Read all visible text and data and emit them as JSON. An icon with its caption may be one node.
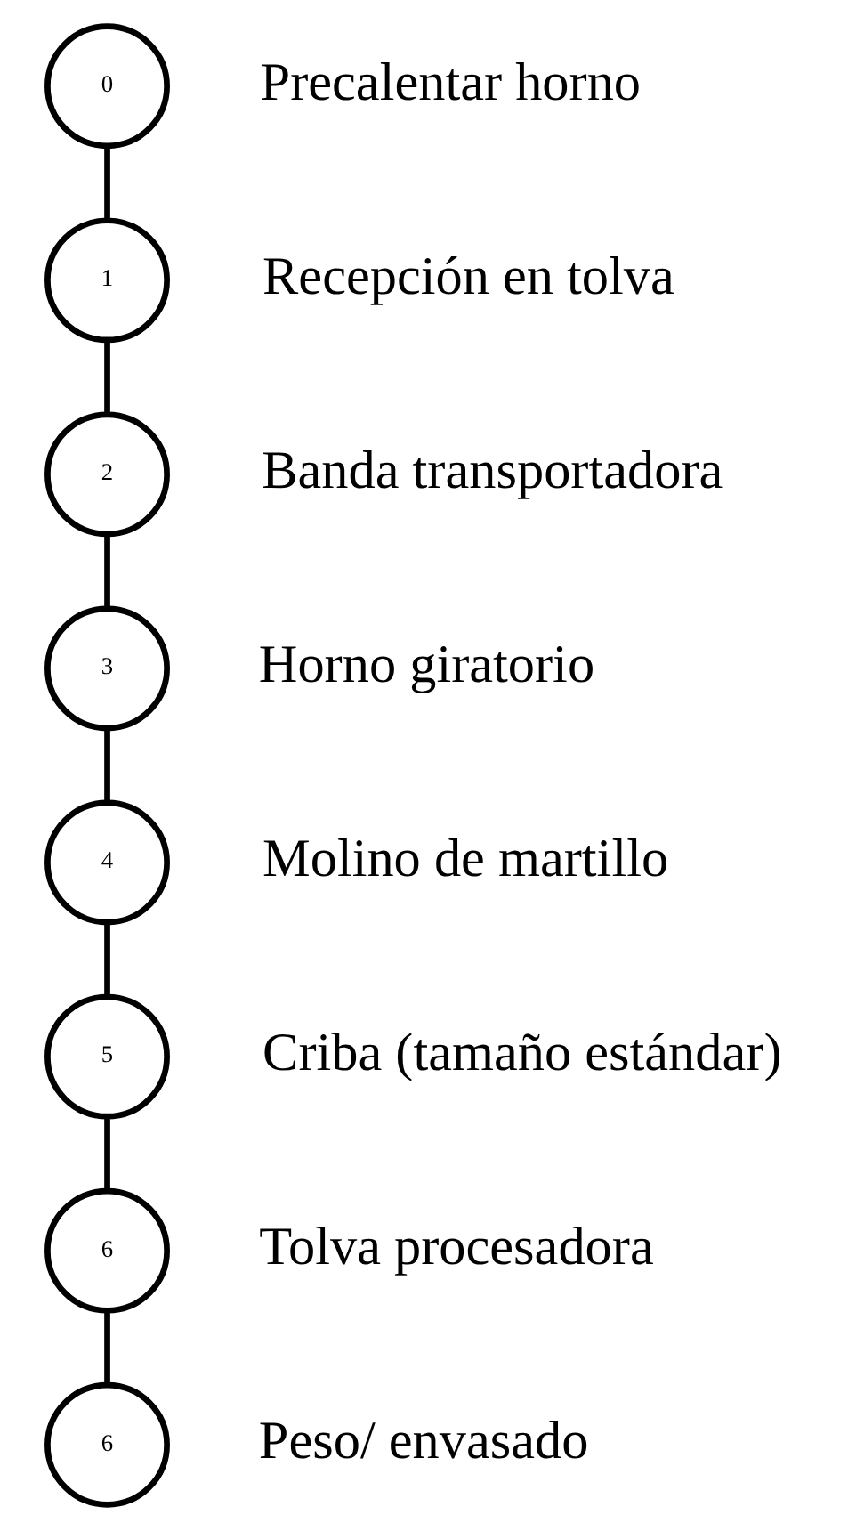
{
  "diagram": {
    "nodes": [
      {
        "text": [
          "0"
        ],
        "beside": [
          "Precalentar horno"
        ]
      },
      {
        "text": [
          "1"
        ],
        "beside": [
          "Recepción en tolva"
        ]
      },
      {
        "text": [
          "2"
        ],
        "beside": [
          "Banda transportadora"
        ]
      },
      {
        "text": [
          "3"
        ],
        "beside": [
          "Horno giratorio"
        ]
      },
      {
        "text": [
          "4"
        ],
        "beside": [
          "Molino de martillo"
        ]
      },
      {
        "text": [
          "5"
        ],
        "beside": [
          "Criba (tamaño estándar)"
        ]
      },
      {
        "text": [
          "6"
        ],
        "beside": [
          "Tolva procesadora"
        ]
      },
      {
        "text": [
          "6"
        ],
        "beside": [
          "Peso/ envasado"
        ]
      }
    ],
    "edges": [
      {
        "from": 0,
        "to": 1,
        "arrow": "none"
      },
      {
        "from": 1,
        "to": 2,
        "arrow": "none"
      },
      {
        "from": 2,
        "to": 3,
        "arrow": "none"
      },
      {
        "from": 3,
        "to": 4,
        "arrow": "none"
      },
      {
        "from": 4,
        "to": 5,
        "arrow": "none"
      },
      {
        "from": 5,
        "to": 6,
        "arrow": "none"
      },
      {
        "from": 6,
        "to": 7,
        "arrow": "none"
      }
    ]
  }
}
